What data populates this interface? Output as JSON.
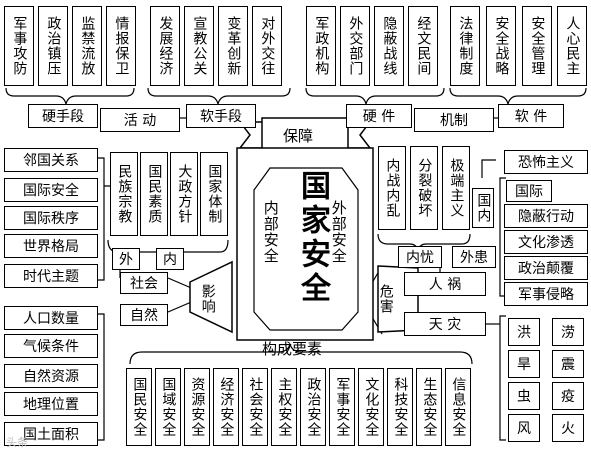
{
  "top_boxes": [
    "军事攻防",
    "政治镇压",
    "监禁流放",
    "情报保卫",
    "发展经济",
    "宣教公关",
    "变革创新",
    "对外交往",
    "军政机构",
    "外交部门",
    "隐蔽战线",
    "经文民间",
    "法律制度",
    "安全战略",
    "安全管理",
    "人心民主"
  ],
  "labels": {
    "hard_means": "硬手段",
    "activity": "活  动",
    "soft_means": "软手段",
    "hardware": "硬  件",
    "mechanism": "机制",
    "software": "软  件",
    "guarantee": "保障",
    "national_security": "国家安全",
    "internal_security": "内部安全",
    "external_security": "外部安全",
    "outside": "外",
    "inside": "内",
    "society": "社会",
    "nature": "自然",
    "influence": "影响",
    "internal_worry": "内忧",
    "external_trouble": "外患",
    "danger": "危害",
    "human_disaster": "人  祸",
    "natural_disaster": "天  灾",
    "international": "国际",
    "domestic": "国内",
    "components": "构成要素"
  },
  "left_external": [
    "邻国关系",
    "国际安全",
    "国际秩序",
    "世界格局",
    "时代主题"
  ],
  "left_natural": [
    "人口数量",
    "气候条件",
    "自然资源",
    "地理位置",
    "国土面积"
  ],
  "internal_factors": [
    "民族宗教",
    "国民素质",
    "大政方针",
    "国家体制"
  ],
  "domestic_threats": [
    "内战内乱",
    "分裂破坏",
    "极端主义"
  ],
  "intl_threats": [
    "恐怖主义",
    "隐蔽行动",
    "文化渗透",
    "政治颠覆",
    "军事侵略"
  ],
  "natural_disasters": [
    "洪",
    "涝",
    "旱",
    "震",
    "虫",
    "疫",
    "风",
    "火"
  ],
  "security_elements": [
    "国民安全",
    "国域安全",
    "资源安全",
    "经济安全",
    "社会安全",
    "主权安全",
    "政治安全",
    "军事安全",
    "文化安全",
    "科技安全",
    "生态安全",
    "信息安全"
  ],
  "watermark": "头条"
}
